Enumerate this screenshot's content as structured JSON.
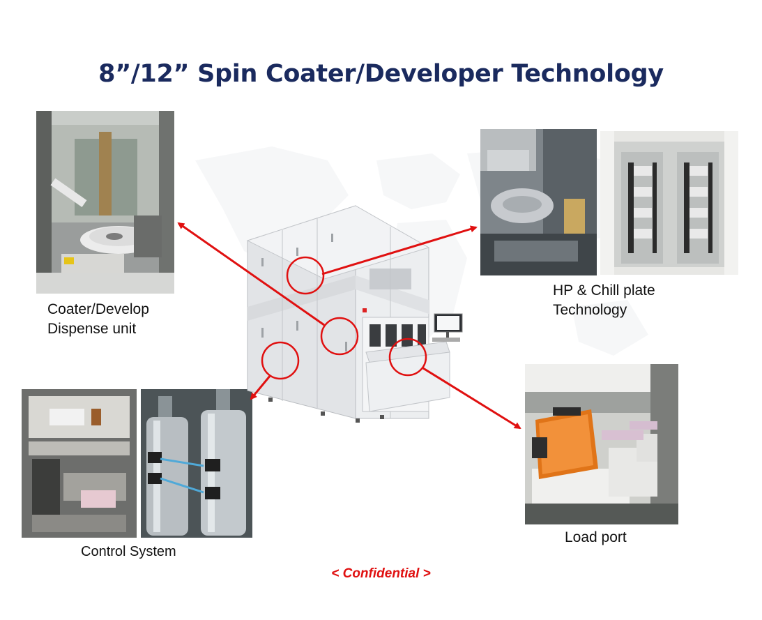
{
  "slide": {
    "title": "8”/12” Spin Coater/Developer Technology",
    "footer": "< Confidential  >"
  },
  "captions": {
    "coater_line1": "Coater/Develop",
    "coater_line2": "Dispense unit",
    "hp_line1": "HP & Chill plate",
    "hp_line2": "Technology",
    "control": "Control System",
    "loadport": "Load port"
  },
  "colors": {
    "title": "#1a2a5e",
    "accent_red": "#e01010",
    "machine": "#e9ebee"
  },
  "icons": {
    "background": "world-map-watermark",
    "callout": "red-circle-marker",
    "pointer": "red-arrow"
  }
}
